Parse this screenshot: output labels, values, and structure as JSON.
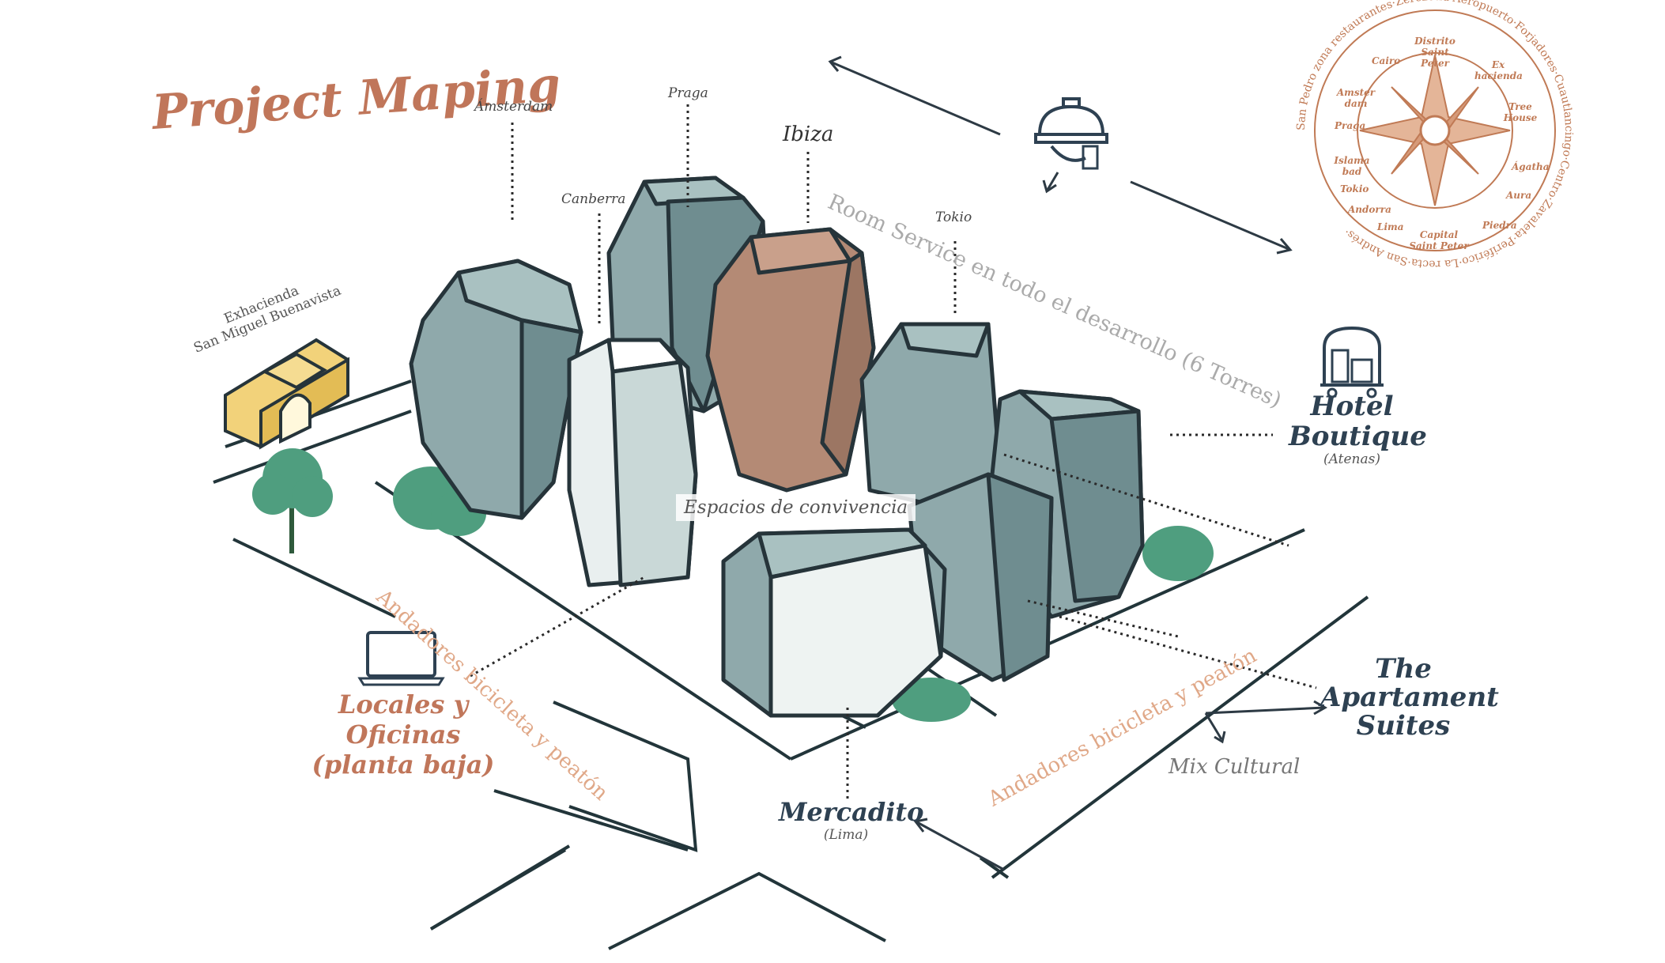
{
  "title": "Project Maping",
  "towers": {
    "amsterdam": "Ámsterdam",
    "praga": "Praga",
    "canberra": "Canberra",
    "ibiza": "Ibiza",
    "tokio": "Tokio"
  },
  "hacienda": {
    "line1": "Exhacienda",
    "line2": "San Miguel Buenavista"
  },
  "room_service": "Room Service en todo el desarrollo (6 Torres)",
  "spaces": "Espacios de convivencia",
  "walkway_left": "Andadores bicicleta y peatón",
  "walkway_right": "Andadores bicicleta y peatón",
  "hotel": {
    "line1": "Hotel",
    "line2": "Boutique",
    "sub": "(Atenas)"
  },
  "apartments": {
    "line1": "The",
    "line2": "Apartament",
    "line3": "Suites"
  },
  "locales": {
    "line1": "Locales y Oficinas",
    "line2": "(planta baja)"
  },
  "mercadito": {
    "name": "Mercadito",
    "sub": "(Lima)"
  },
  "mix_cultural": "Mix Cultural",
  "compass": {
    "ring_text": "San Pedro zona restaurantes·Zerezotla·Aeropuerto·Forjadores·Cuautlancingo·Centro·Zavaleta·Periférico·La recta·San Andrés·",
    "labels": [
      "Distrito Saint Peter",
      "Ex hacienda",
      "Tree House",
      "Ágatha",
      "Aura",
      "Piedra",
      "Capital Saint Peter",
      "Lima",
      "Andorra",
      "Tokio",
      "Islama bad",
      "Praga",
      "Amster dam",
      "Cairo"
    ],
    "accent": "#c07a55"
  },
  "colors": {
    "copper": "#c0765a",
    "navy": "#2e4152",
    "glass": "#8fa9ab",
    "ibiza": "#b48a75",
    "hacienda": "#f2d27a",
    "tree": "#4f9e7f"
  },
  "icons": [
    "bellhop-cloche-icon",
    "hotel-luggage-cart-icon",
    "laptop-icon",
    "compass-rose-icon"
  ]
}
